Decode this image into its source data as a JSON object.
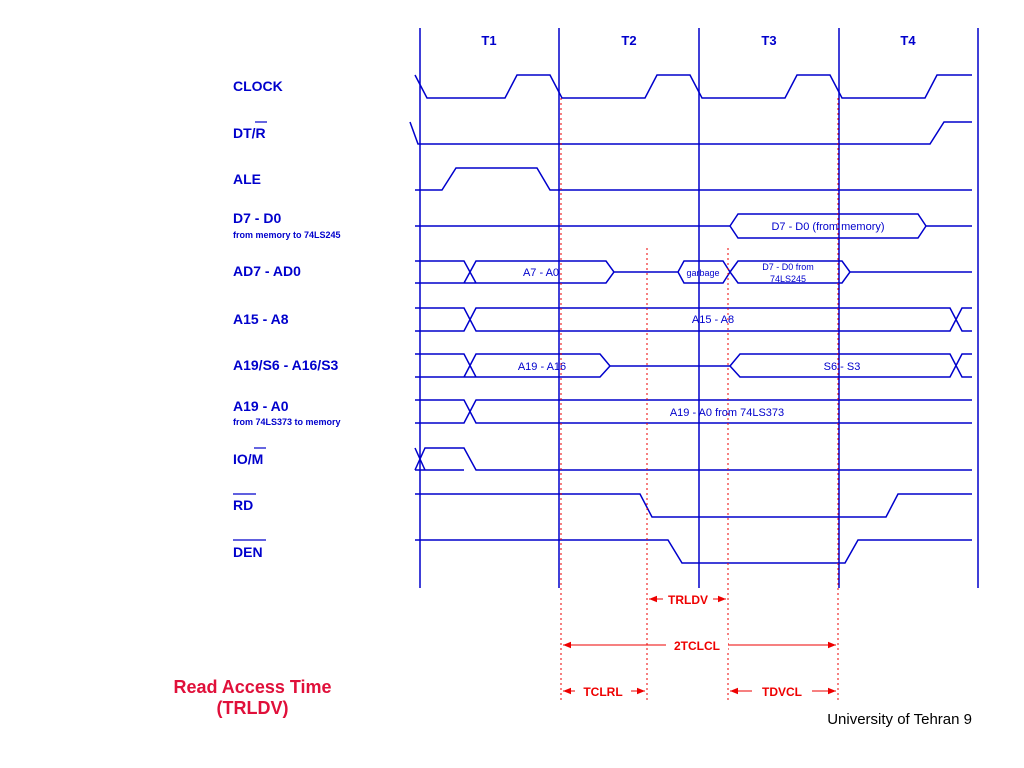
{
  "periods": [
    "T1",
    "T2",
    "T3",
    "T4"
  ],
  "signals": {
    "clock": "CLOCK",
    "dtr": "DT/R",
    "ale": "ALE",
    "d7d0": "D7 - D0",
    "d7d0_sub": "from memory to 74LS245",
    "ad7ad0": "AD7 - AD0",
    "a15a8": "A15 - A8",
    "a19s6": "A19/S6 - A16/S3",
    "a19a0": "A19 - A0",
    "a19a0_sub": "from 74LS373 to memory",
    "iom": "IO/M",
    "rd": "RD",
    "den": "DEN"
  },
  "bus_values": {
    "d7d0_from_memory": "D7 - D0 (from memory)",
    "a7a0": "A7 - A0",
    "garbage": "garbage",
    "d7d0_from_245_line1": "D7 - D0 from",
    "d7d0_from_245_line2": "74LS245",
    "a15a8": "A15 - A8",
    "a19a16": "A19 - A16",
    "s6s3": "S6 - S3",
    "a19a0_from_373": "A19 - A0 from 74LS373"
  },
  "timing_labels": {
    "trldv": "TRLDV",
    "tclcl": "2TCLCL",
    "tclrl": "TCLRL",
    "tdvcl": "TDVCL"
  },
  "caption": {
    "line1": "Read Access Time",
    "line2": "(TRLDV)"
  },
  "footer": "University of Tehran 9",
  "colors": {
    "signal": "#0000cc",
    "timing": "#ee0000",
    "caption": "#e0103a"
  }
}
